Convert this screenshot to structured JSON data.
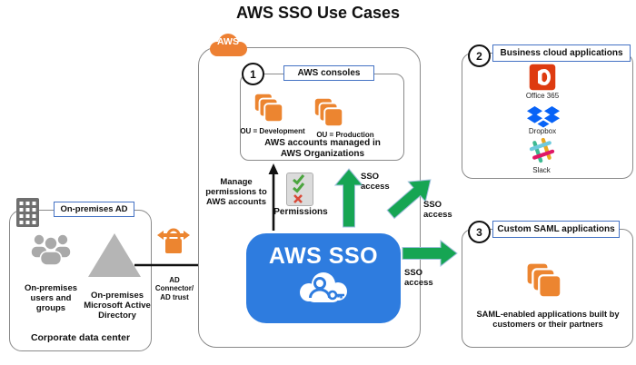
{
  "title": "AWS SSO Use Cases",
  "colors": {
    "aws_orange": "#EC8530",
    "sso_blue": "#2E7CDF",
    "arrow_green": "#16A553",
    "tag_border_blue": "#4472C4",
    "office_red": "#DE3B10",
    "dropbox_blue": "#0863F7",
    "box_border_gray": "#8A8A8A"
  },
  "left_box": {
    "tag": "On-premises AD",
    "users_caption": "On-premises users and groups",
    "directory_caption": "On-premises Microsoft Active Directory",
    "footer": "Corporate data center"
  },
  "ad_connector": {
    "caption": "AD Connector/ AD trust"
  },
  "aws_cloud_badge": "AWS",
  "middle_box": {
    "consoles": {
      "number": "1",
      "tag": "AWS consoles",
      "ou_left": "OU = Development",
      "ou_right": "OU = Production",
      "caption": "AWS accounts managed in AWS Organizations"
    },
    "manage_caption": "Manage permissions to AWS accounts",
    "permissions_caption": "Permissions",
    "sso_label": "AWS SSO"
  },
  "arrows": {
    "sso_access_up": "SSO access",
    "sso_access_diagonal": "SSO access",
    "sso_access_right": "SSO access"
  },
  "business_box": {
    "number": "2",
    "tag": "Business cloud applications",
    "apps": [
      {
        "name": "Office 365",
        "icon": "office-365-icon"
      },
      {
        "name": "Dropbox",
        "icon": "dropbox-icon"
      },
      {
        "name": "Slack",
        "icon": "slack-icon"
      }
    ]
  },
  "saml_box": {
    "number": "3",
    "tag": "Custom SAML applications",
    "caption": "SAML-enabled applications built by customers or their partners"
  },
  "icons": [
    "building-icon",
    "users-group-icon",
    "active-directory-triangle-icon",
    "ad-connector-icon",
    "aws-cloud-icon",
    "aws-accounts-stack-icon",
    "permissions-checklist-icon",
    "sso-cloud-key-icon",
    "office-365-icon",
    "dropbox-icon",
    "slack-icon"
  ]
}
